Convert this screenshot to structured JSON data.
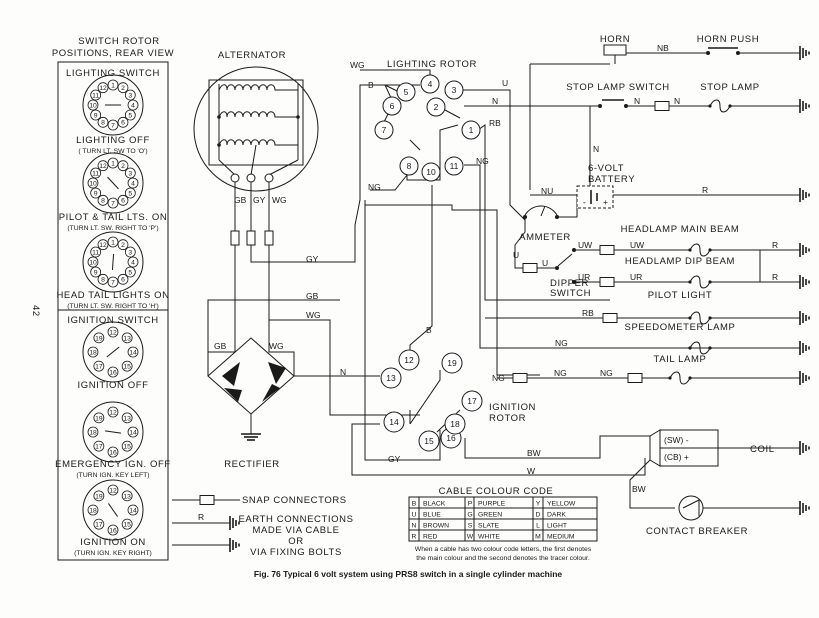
{
  "page_number": "42",
  "rotor_panel": {
    "title": [
      "SWITCH ROTOR",
      "POSITIONS, REAR VIEW"
    ],
    "lighting_heading": "LIGHTING SWITCH",
    "ignition_heading": "IGNITION SWITCH",
    "positions": [
      {
        "label": "LIGHTING OFF",
        "sub": "( TURN LT. SW TO 'O')"
      },
      {
        "label": "PILOT & TAIL LTS. ON",
        "sub": "(TURN LT. SW. RIGHT TO 'P')"
      },
      {
        "label": "HEAD TAIL LIGHTS ON",
        "sub": "(TURN LT. SW. RIGHT TO 'H')"
      },
      {
        "label": "IGNITION OFF",
        "sub": ""
      },
      {
        "label": "EMERGENCY IGN. OFF",
        "sub": "(TURN IGN. KEY LEFT)"
      },
      {
        "label": "IGNITION ON",
        "sub": "(TURN IGN. KEY RIGHT)"
      }
    ],
    "lighting_pins": [
      "1",
      "2",
      "3",
      "4",
      "5",
      "6",
      "7",
      "8",
      "9",
      "10",
      "11",
      "12"
    ],
    "ignition_pins": [
      "12",
      "13",
      "14",
      "15",
      "16",
      "17",
      "18",
      "19"
    ]
  },
  "components": {
    "alternator": "ALTERNATOR",
    "lighting_rotor": "LIGHTING ROTOR",
    "ignition_rotor": [
      "IGNITION",
      "ROTOR"
    ],
    "rectifier": "RECTIFIER",
    "ammeter": "AMMETER",
    "battery": [
      "6-VOLT",
      "BATTERY"
    ],
    "battery_minus": "-",
    "battery_plus": "+",
    "dipper_switch": [
      "DIPPER",
      "SWITCH"
    ],
    "coil": "COIL",
    "coil_sw": "(SW) -",
    "coil_cb": "(CB) +",
    "contact_breaker": "CONTACT BREAKER",
    "horn": "HORN",
    "horn_push": "HORN PUSH",
    "stop_lamp_switch": "STOP LAMP SWITCH",
    "stop_lamp": "STOP LAMP",
    "headlamp_main": "HEADLAMP MAIN BEAM",
    "headlamp_dip": "HEADLAMP DIP BEAM",
    "pilot_light": "PILOT LIGHT",
    "speedometer_lamp": "SPEEDOMETER LAMP",
    "tail_lamp": "TAIL LAMP"
  },
  "lighting_terminals": [
    "1",
    "2",
    "3",
    "4",
    "5",
    "6",
    "7",
    "8",
    "10",
    "11"
  ],
  "ignition_terminals": [
    "12",
    "13",
    "14",
    "15",
    "16",
    "17",
    "18",
    "19"
  ],
  "wire_labels": {
    "wg": "WG",
    "b": "B",
    "u": "U",
    "n": "N",
    "rb": "RB",
    "ng": "NG",
    "gb": "GB",
    "gy": "GY",
    "nb": "NB",
    "nu": "NU",
    "r": "R",
    "uw": "UW",
    "ur": "UR",
    "bw": "BW",
    "w": "W"
  },
  "legend": {
    "snap_connectors": "SNAP CONNECTORS",
    "earth_lines": [
      "EARTH CONNECTIONS",
      "MADE VIA CABLE",
      "OR",
      "VIA FIXING BOLTS"
    ],
    "earth_cable_code": "R"
  },
  "colour_code": {
    "title": "CABLE COLOUR CODE",
    "rows": [
      [
        "B",
        "BLACK",
        "P",
        "PURPLE",
        "Y",
        "YELLOW"
      ],
      [
        "U",
        "BLUE",
        "G",
        "GREEN",
        "D",
        "DARK"
      ],
      [
        "N",
        "BROWN",
        "S",
        "SLATE",
        "L",
        "LIGHT"
      ],
      [
        "R",
        "RED",
        "W",
        "WHITE",
        "M",
        "MEDIUM"
      ]
    ],
    "note": [
      "When a cable has two colour code letters, the first denotes",
      "the main colour and the second denotes the tracer colour."
    ]
  },
  "caption": "Fig. 76   Typical 6 volt system using PRS8 switch in a single cylinder machine"
}
